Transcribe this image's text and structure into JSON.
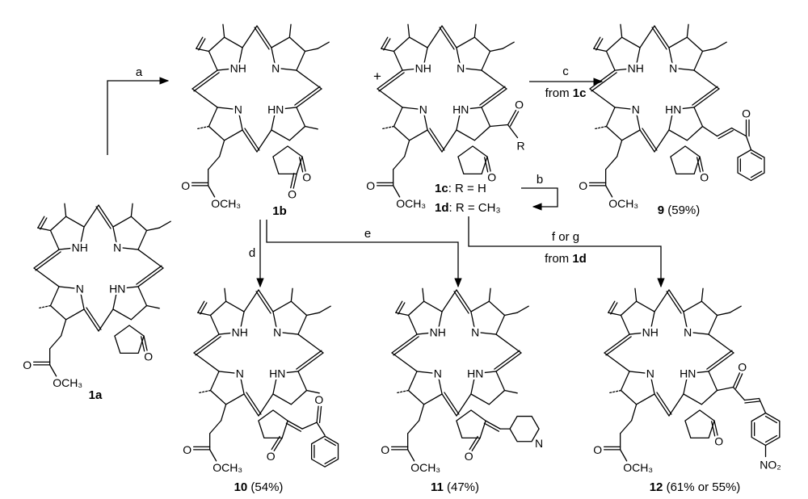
{
  "atoms": {
    "nh": "NH",
    "n": "N",
    "hn": "HN",
    "o": "O",
    "och3": "OCH₃",
    "r": "R",
    "no2": "NO₂"
  },
  "compounds": [
    {
      "id": "1a",
      "label": "1a",
      "yield": ""
    },
    {
      "id": "1b",
      "label": "1b",
      "yield": ""
    },
    {
      "id": "1c",
      "label": "",
      "yield": ""
    },
    {
      "id": "9",
      "label": "9",
      "yield": " (59%)"
    },
    {
      "id": "10",
      "label": "10",
      "yield": " (54%)"
    },
    {
      "id": "11",
      "label": "11",
      "yield": " (47%)"
    },
    {
      "id": "12",
      "label": "12",
      "yield": " (61% or 55%)"
    }
  ],
  "variants": {
    "c1": {
      "bold": "1c",
      "text": ": R = H"
    },
    "d1": {
      "bold": "1d",
      "text": ": R = CH₃"
    }
  },
  "plus": "+",
  "arrows": {
    "a": "a",
    "b": "b",
    "c": "c",
    "c_from": "from ",
    "c_from_bold": "1c",
    "d": "d",
    "e": "e",
    "fg": "f or g",
    "fg_from": "from ",
    "fg_from_bold": "1d"
  }
}
